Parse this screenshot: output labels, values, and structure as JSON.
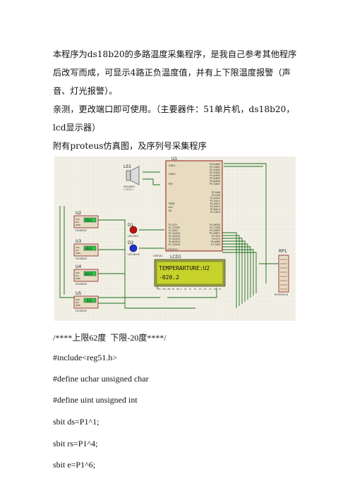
{
  "intro": {
    "p1": "本程序为ds18b20的多路温度采集程序，是我自己参考其他程序后改写而成，可显示4路正负温度值，并有上下限温度报警（声音、灯光报警）。",
    "p2": "亲测，更改端口即可使用。（主要器件：51单片机，ds18b20，lcd显示器）",
    "p3": "附有proteus仿真图，及序列号采集程序"
  },
  "schematic": {
    "mcu_ref": "U1",
    "mcu_part": "AT89C51",
    "mcu_pins_left_top": [
      "XTAL1",
      "XTAL2",
      "RST"
    ],
    "mcu_pins_left_mid": [
      "PSEN",
      "ALE",
      "EA"
    ],
    "mcu_pins_left_bottom": [
      "P1.0/T2",
      "P1.1/T2EX",
      "P1.2/ECI",
      "P1.3/CEX0",
      "P1.4/CEX1",
      "P1.5/CEX2",
      "P1.6/CEX3",
      "P1.7/CEX4"
    ],
    "mcu_pins_right_top": [
      "P0.0/AD0",
      "P0.1/AD1",
      "P0.2/AD2",
      "P0.3/AD3",
      "P0.4/AD4",
      "P0.5/AD5",
      "P0.6/AD6",
      "P0.7/AD7"
    ],
    "mcu_pins_right_mid": [
      "P2.0/A8",
      "P2.1/A9",
      "P2.2/A10",
      "P2.3/A11",
      "P2.4/A12",
      "P2.5/A13",
      "P2.6/A14",
      "P2.7/A15"
    ],
    "mcu_pins_right_bottom": [
      "P3.0/RXD",
      "P3.1/TXD",
      "P3.2/INT0",
      "P3.3/INT1",
      "P3.4/T0",
      "P3.5/T1",
      "P3.6/WR",
      "P3.7/RD"
    ],
    "speaker_ref": "LS1",
    "speaker_part": "SPEAKER",
    "speaker_text": "<TEXT>",
    "leds": [
      {
        "ref": "D1",
        "part": "LED-RED",
        "color": "#c01010"
      },
      {
        "ref": "D2",
        "part": "LED-BLUE",
        "color": "#2030d0"
      }
    ],
    "sensors": [
      {
        "ref": "U2",
        "part": "DS18B20",
        "reading": "25.0"
      },
      {
        "ref": "U3",
        "part": "DS18B20",
        "reading": "-20.2"
      },
      {
        "ref": "U4",
        "part": "DS18B20",
        "reading": "62.0"
      },
      {
        "ref": "U5",
        "part": "DS18B20",
        "reading": "0.0"
      }
    ],
    "sensor_pins": [
      "VCC",
      "DQ",
      "GND"
    ],
    "lcd_ref": "LCD1",
    "lcd_part": "LM016L",
    "lcd_line1": "TEMPERARTURE:U2",
    "lcd_line2": "-020.2",
    "lcd_pins": [
      "VSS",
      "VDD",
      "VEE",
      "RS",
      "RW",
      "E",
      "D0",
      "D1",
      "D2",
      "D3",
      "D4",
      "D5",
      "D6",
      "D7"
    ],
    "rp_ref": "RP1",
    "rp_part": "RESPACK-8",
    "lcd_bg": "#c7d22a",
    "sensor_screen": "#33c24a",
    "wire_color": "#1a6b1a",
    "grid_bg": "#f2f0e6"
  },
  "code_lines": [
    "/****上限62度  下限-20度****/",
    "#include<reg51.h>",
    "#define uchar unsigned char",
    "#define uint unsigned int",
    "sbit ds=P1^1;",
    "sbit rs=P1^4;",
    "sbit e=P1^6;"
  ]
}
